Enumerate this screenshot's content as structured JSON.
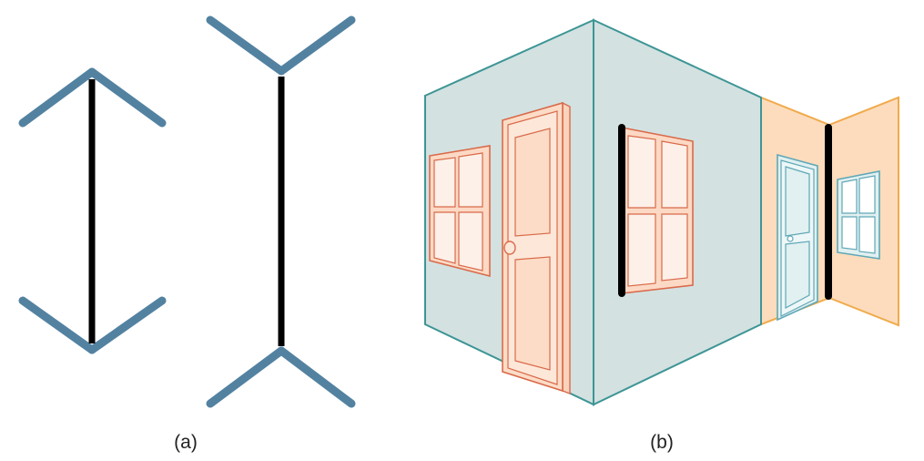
{
  "panels": [
    {
      "id": "a",
      "caption": "(a)"
    },
    {
      "id": "b",
      "caption": "(b)"
    }
  ],
  "colors": {
    "arrow_fins": "#5382a1",
    "shaft": "#000000",
    "near_room_wall": "#d3e1e1",
    "near_room_edge": "#3e9595",
    "far_room_wall": "#fcdcbc",
    "far_room_edge": "#f0aa4a",
    "window_door_fill": "#fce3d2",
    "window_door_stroke": "#d96a4a",
    "blue_door_fill": "#e1f0f0",
    "blue_door_stroke": "#5fa7b7"
  }
}
